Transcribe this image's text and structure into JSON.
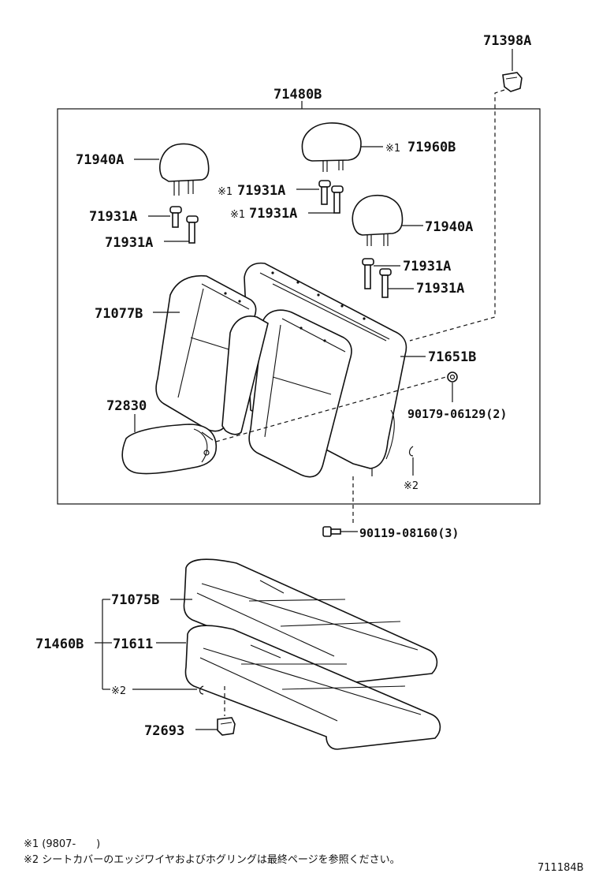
{
  "labels": {
    "p71398A": "71398A",
    "p71480B": "71480B",
    "p71940A_left": "71940A",
    "p71960B": "71960B",
    "mark71960B": "※1",
    "p71931A_1": "71931A",
    "p71931A_2": "71931A",
    "p71931A_3": "71931A",
    "mark71931A_3": "※1",
    "p71931A_4": "71931A",
    "mark71931A_4": "※1",
    "p71940A_right": "71940A",
    "p71931A_5": "71931A",
    "p71931A_6": "71931A",
    "p71077B": "71077B",
    "p71651B": "71651B",
    "p72830": "72830",
    "p90179": "90179-06129(2)",
    "mark2_upper": "※2",
    "p90119": "90119-08160(3)",
    "p71075B": "71075B",
    "p71460B": "71460B",
    "p71611": "71611",
    "mark2_lower": "※2",
    "p72693": "72693"
  },
  "notes": {
    "note1": "※1 (9807-　　)",
    "note2": "※2 シートカバーのエッジワイヤおよびホグリングは最終ページを参照ください。"
  },
  "diagram_id": "711184B"
}
